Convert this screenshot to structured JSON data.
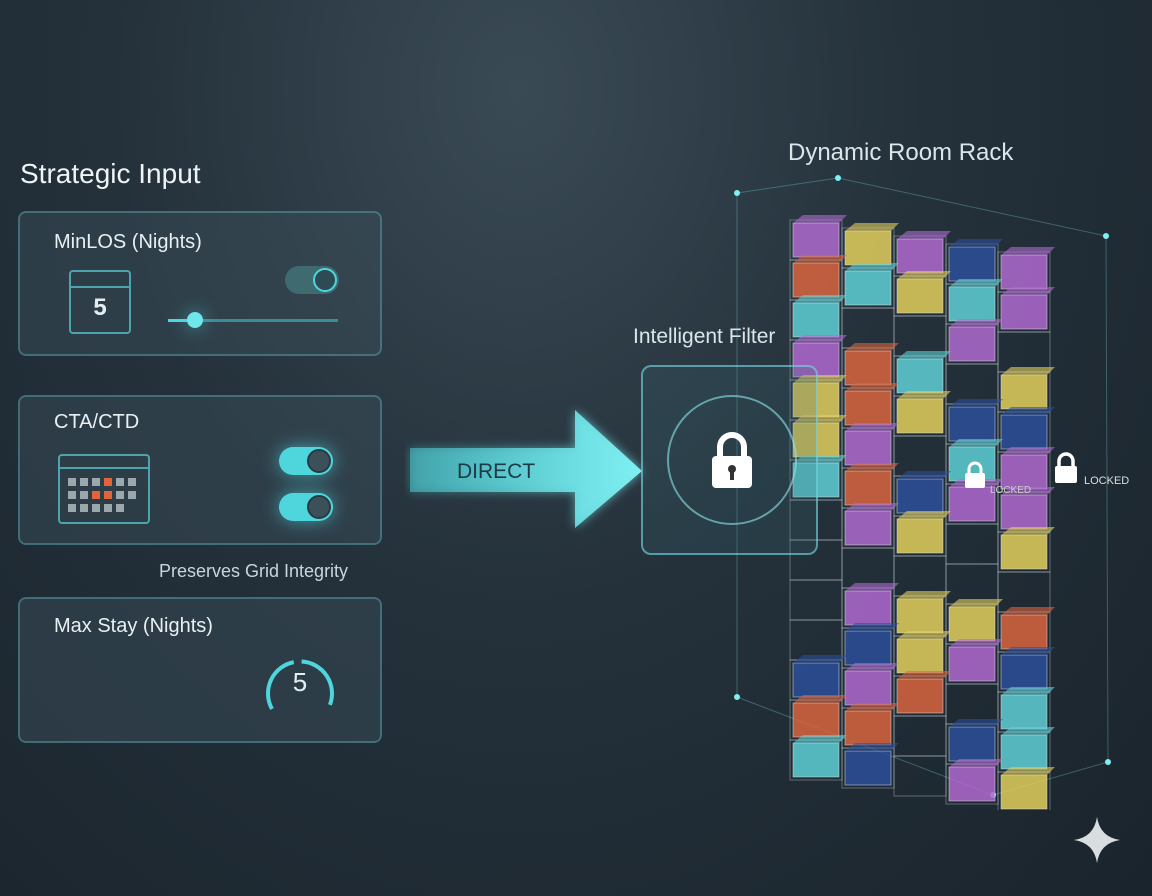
{
  "left": {
    "title": "Strategic Input",
    "minlos": {
      "label": "MinLOS (Nights)",
      "value": "5",
      "slider_fraction": 0.16,
      "toggle_on": false
    },
    "cta": {
      "label": "CTA/CTD",
      "toggle1_on": true,
      "toggle2_on": true
    },
    "note": "Preserves Grid Integrity",
    "maxstay": {
      "label": "Max Stay (Nights)",
      "value": "5"
    }
  },
  "arrow": {
    "label": "DIRECT"
  },
  "filter": {
    "label": "Intelligent Filter",
    "icon": "lock-icon"
  },
  "rack": {
    "title": "Dynamic Room Rack",
    "locked_label": "LOCKED",
    "locked_label_2": "LOCKED",
    "colors": [
      "#5fd0d6",
      "#e2cf5c",
      "#b06ad0",
      "#d9653f",
      "#2c4f9a"
    ]
  },
  "colors": {
    "accent": "#4fd6dd",
    "background": "#24313b"
  }
}
